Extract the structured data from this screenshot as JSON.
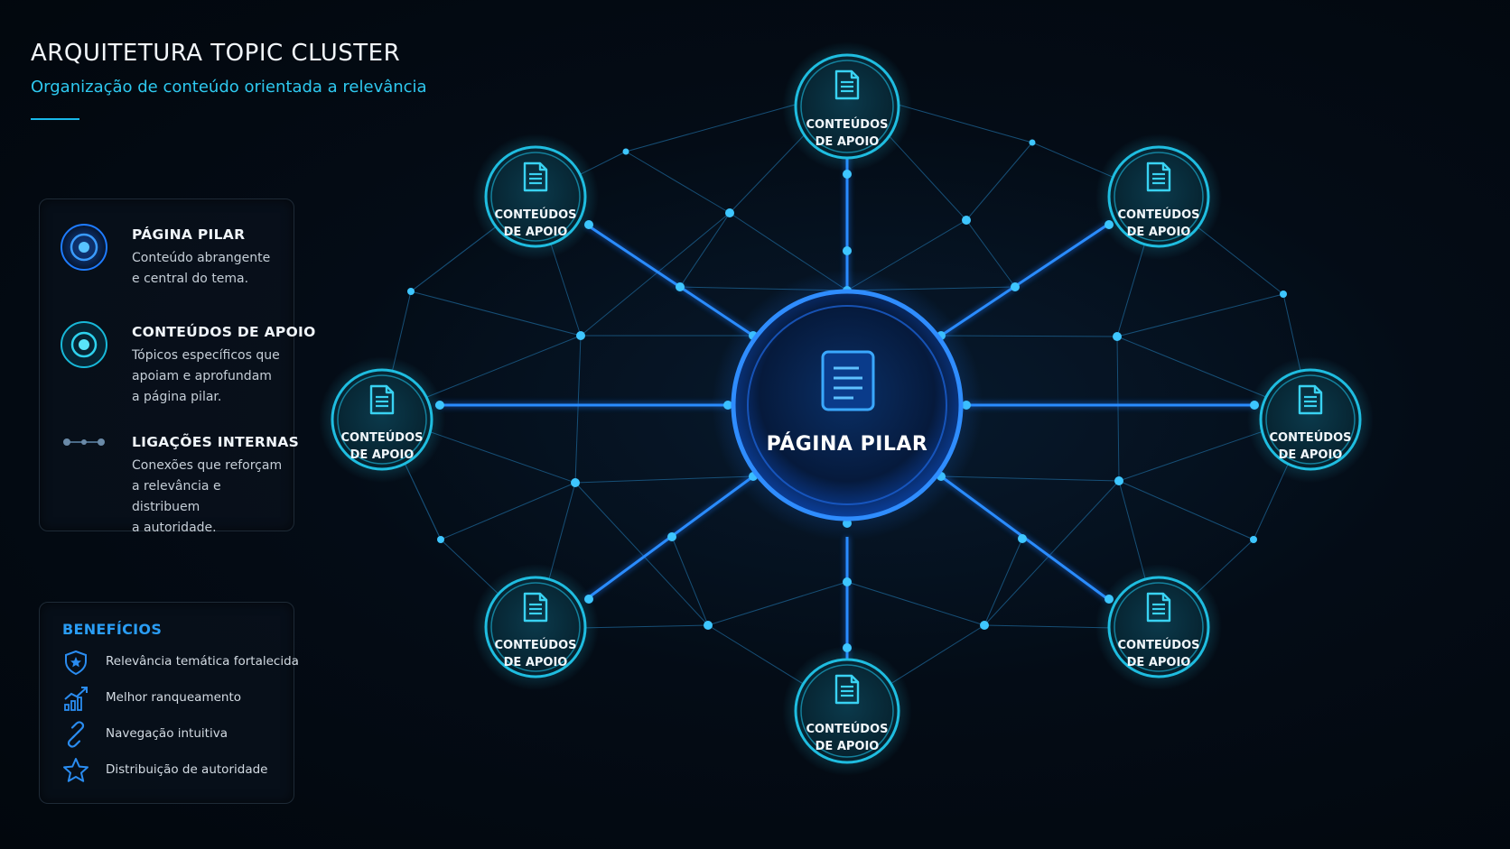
{
  "header": {
    "title": "ARQUITETURA TOPIC CLUSTER",
    "subtitle": "Organização de conteúdo orientada a relevância"
  },
  "legend": {
    "items": [
      {
        "title": "PÁGINA PILAR",
        "desc_lines": [
          "Conteúdo abrangente",
          "e central do tema."
        ],
        "icon": "pillar-ring-icon"
      },
      {
        "title": "CONTEÚDOS DE APOIO",
        "desc_lines": [
          "Tópicos específicos que",
          "apoiam e aprofundam",
          "a página pilar."
        ],
        "icon": "support-ring-icon"
      },
      {
        "title": "LIGAÇÕES INTERNAS",
        "desc_lines": [
          "Conexões que reforçam",
          "a relevância e distribuem",
          "a autoridade."
        ],
        "icon": "link-line-icon"
      }
    ]
  },
  "benefits": {
    "title": "BENEFÍCIOS",
    "items": [
      {
        "label": "Relevância temática fortalecida",
        "icon": "shield-star-icon"
      },
      {
        "label": "Melhor ranqueamento",
        "icon": "growth-chart-icon"
      },
      {
        "label": "Navegação intuitiva",
        "icon": "link-chain-icon"
      },
      {
        "label": "Distribuição de autoridade",
        "icon": "star-icon"
      }
    ]
  },
  "diagram": {
    "center": {
      "label": "PÁGINA PILAR",
      "icon": "document-icon"
    },
    "satellites": [
      {
        "line1": "CONTEÚDOS",
        "line2": "DE APOIO",
        "icon": "document-icon"
      },
      {
        "line1": "CONTEÚDOS",
        "line2": "DE APOIO",
        "icon": "document-icon"
      },
      {
        "line1": "CONTEÚDOS",
        "line2": "DE APOIO",
        "icon": "document-icon"
      },
      {
        "line1": "CONTEÚDOS",
        "line2": "DE APOIO",
        "icon": "document-icon"
      },
      {
        "line1": "CONTEÚDOS",
        "line2": "DE APOIO",
        "icon": "document-icon"
      },
      {
        "line1": "CONTEÚDOS",
        "line2": "DE APOIO",
        "icon": "document-icon"
      },
      {
        "line1": "CONTEÚDOS",
        "line2": "DE APOIO",
        "icon": "document-icon"
      },
      {
        "line1": "CONTEÚDOS",
        "line2": "DE APOIO",
        "icon": "document-icon"
      }
    ]
  },
  "colors": {
    "accent_cyan": "#2ec9f0",
    "accent_blue": "#1e7bff",
    "background": "#040c16"
  }
}
